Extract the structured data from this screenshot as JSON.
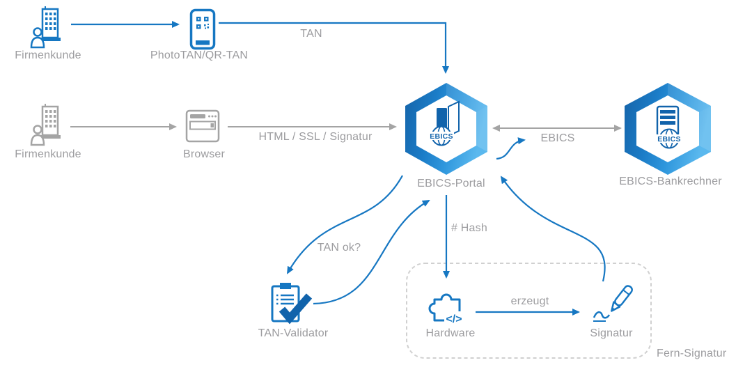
{
  "colors": {
    "blue": "#1677c2",
    "blue_dark": "#1163ab",
    "gray": "#a4a4a4",
    "text": "#9c9c9f",
    "dash": "#d0d0d0",
    "hex1": "#1563a8",
    "hex2": "#1b7cc7",
    "hex3": "#2f97dd",
    "hex4": "#5ab8ee"
  },
  "nodes": {
    "firmenkunde_top": {
      "label": "Firmenkunde"
    },
    "phototan": {
      "label": "PhotoTAN/QR-TAN"
    },
    "firmenkunde_mid": {
      "label": "Firmenkunde"
    },
    "browser": {
      "label": "Browser"
    },
    "ebics_portal": {
      "label": "EBICS-Portal",
      "icon_text": "EBICS"
    },
    "ebics_bankrechner": {
      "label": "EBICS-Bankrechner",
      "icon_text": "EBICS"
    },
    "tan_validator": {
      "label": "TAN-Validator"
    },
    "hardware": {
      "label": "Hardware",
      "icon_glyph": "</>"
    },
    "signatur": {
      "label": "Signatur"
    },
    "fern_signatur_group": {
      "label": "Fern-Signatur"
    }
  },
  "edges": {
    "tan": {
      "label": "TAN"
    },
    "html_ssl_signatur": {
      "label": "HTML / SSL / Signatur"
    },
    "ebics": {
      "label": "EBICS"
    },
    "tan_ok": {
      "label": "TAN ok?"
    },
    "hash": {
      "label": "# Hash"
    },
    "erzeugt": {
      "label": "erzeugt"
    }
  }
}
